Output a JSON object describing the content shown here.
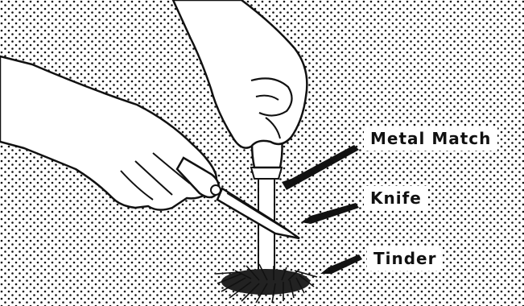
{
  "labels": {
    "metal_match": "Metal Match",
    "knife": "Knife",
    "tinder": "Tinder"
  },
  "colors": {
    "ink": "#111111",
    "paper": "#ffffff"
  },
  "icons": [
    "left-hand-icon",
    "right-hand-icon",
    "knife-icon",
    "metal-match-icon",
    "tinder-bundle-icon"
  ]
}
